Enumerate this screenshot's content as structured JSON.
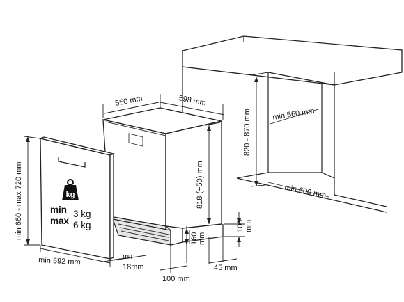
{
  "dimensions": {
    "depth": "550 mm",
    "width": "598 mm",
    "height": "818 (+50) mm",
    "door_height": "min 660 - max 720 mm",
    "door_width": "min 592 mm",
    "door_gap_min": "min",
    "door_gap_value": "18mm",
    "plinth_depth": "100 mm",
    "side_gap": "45 mm",
    "plinth_height_a": "160",
    "plinth_height_unit_a": "mm",
    "plinth_height_b": "100",
    "plinth_height_unit_b": "mm",
    "niche_height": "820 - 870 mm",
    "niche_width": "min 560 mm",
    "niche_depth": "min 600 mm"
  },
  "door_weight": {
    "icon_label": "kg",
    "min_label": "min",
    "min_value": "3 kg",
    "max_label": "max",
    "max_value": "6 kg"
  }
}
